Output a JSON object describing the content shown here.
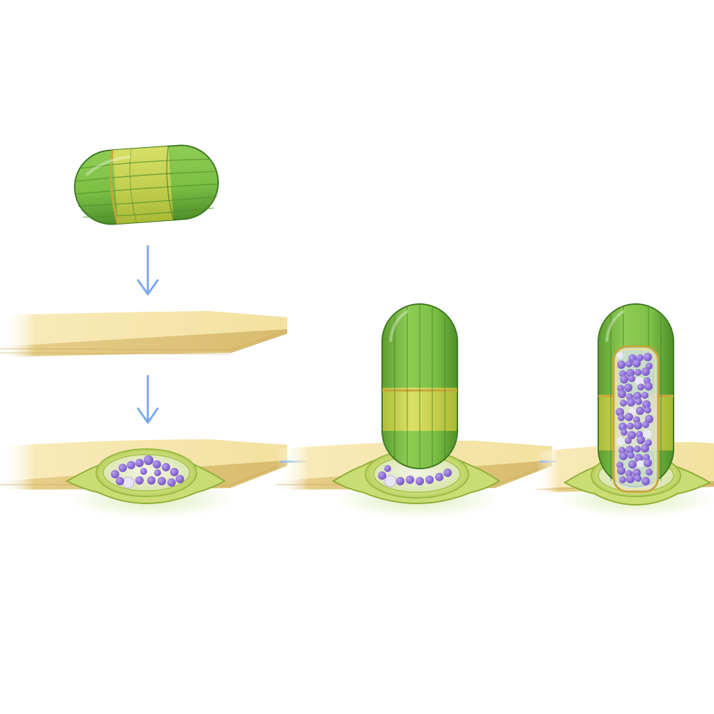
{
  "diagram": {
    "type": "process-illustration",
    "stages": [
      {
        "name": "capsule-approach",
        "shows": "green-yellow-capsule"
      },
      {
        "name": "membrane-contact",
        "shows": "membrane-sheet"
      },
      {
        "name": "pore-formation",
        "shows": "pore-with-purple-particles"
      },
      {
        "name": "capsule-docking",
        "shows": "upright-capsule-on-pore"
      },
      {
        "name": "particle-loading",
        "shows": "capsule-filled-with-purple-particles"
      }
    ],
    "arrows": [
      "down",
      "down",
      "right",
      "right"
    ]
  },
  "colors": {
    "capsule_green": "#7cbf45",
    "capsule_dark_green": "#4f8f2a",
    "capsule_yellow": "#d8d64a",
    "membrane": "#f6e7ad",
    "membrane_edge": "#d7bd72",
    "pore_rim": "#c9dd74",
    "particle": "#8a63d2",
    "arrow": "#7aa7f0"
  }
}
